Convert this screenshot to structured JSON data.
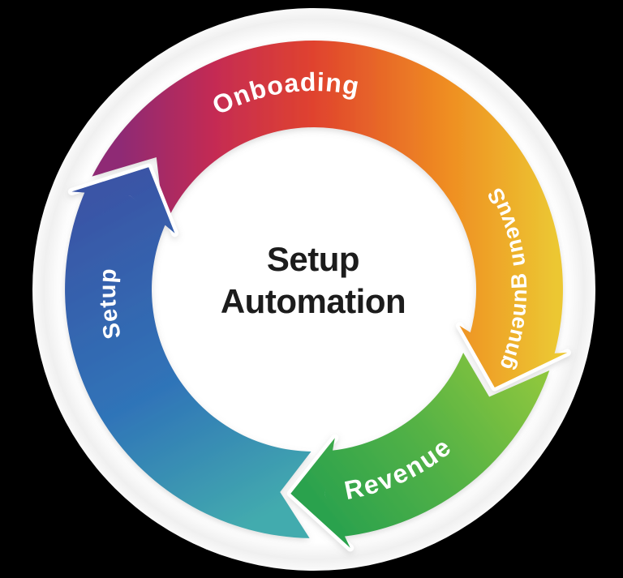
{
  "figure": {
    "type": "cycle-diagram",
    "background_color": "#000000",
    "disc_color": "#ffffff"
  },
  "center": {
    "line1": "Setup",
    "line2": "Automation",
    "text_color": "#1c1c1c"
  },
  "ring": {
    "flow_direction": "clockwise",
    "label_color": "#ffffff",
    "labels": {
      "top": "Onboading",
      "right": "gnuǝunB unǝvuS",
      "right_appearance": "Suvǝnu Bnuǝung",
      "bottom": "Revenue",
      "left": "Setup"
    },
    "segments": [
      {
        "id": "onboarding-queuing",
        "stops": [
          "#8f2a74",
          "#c62c52",
          "#e0432e",
          "#ef8d22",
          "#ecc732"
        ]
      },
      {
        "id": "revenue",
        "stops": [
          "#8cc63e",
          "#54b245",
          "#2ba24e"
        ]
      },
      {
        "id": "setup",
        "stops": [
          "#43abae",
          "#2f74b8",
          "#3a55a6"
        ]
      }
    ]
  }
}
